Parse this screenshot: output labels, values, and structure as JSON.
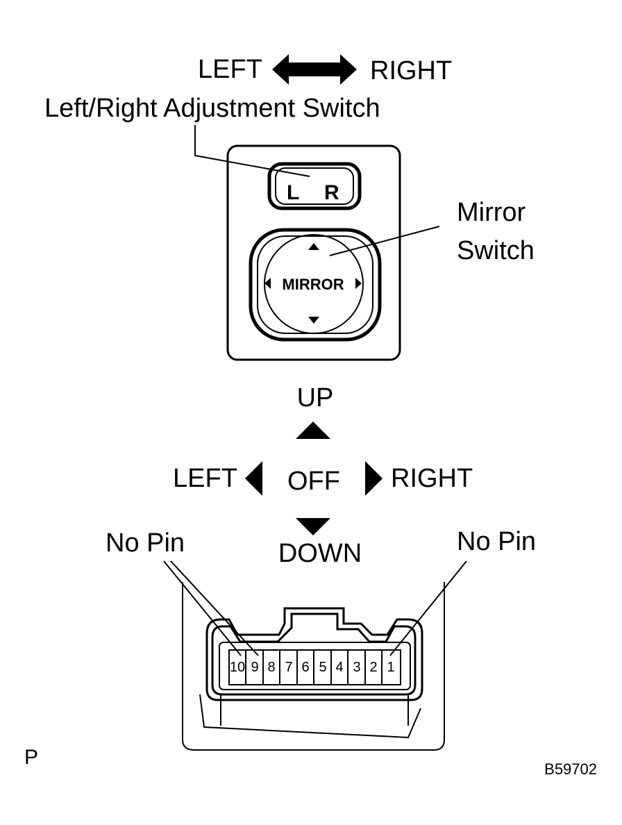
{
  "adjust_switch": {
    "left_label": "LEFT",
    "right_label": "RIGHT",
    "title": "Left/Right Adjustment Switch",
    "key_left": "L",
    "key_right": "R"
  },
  "mirror_switch": {
    "label_line1": "Mirror",
    "label_line2": "Switch",
    "button_text": "MIRROR"
  },
  "directions": {
    "up": "UP",
    "down": "DOWN",
    "left": "LEFT",
    "right": "RIGHT",
    "off": "OFF"
  },
  "connector": {
    "no_pin_left": "No Pin",
    "no_pin_right": "No Pin",
    "pins": [
      "10",
      "9",
      "8",
      "7",
      "6",
      "5",
      "4",
      "3",
      "2",
      "1"
    ]
  },
  "footer": {
    "corner_mark": "P",
    "figure_code": "B59702"
  }
}
